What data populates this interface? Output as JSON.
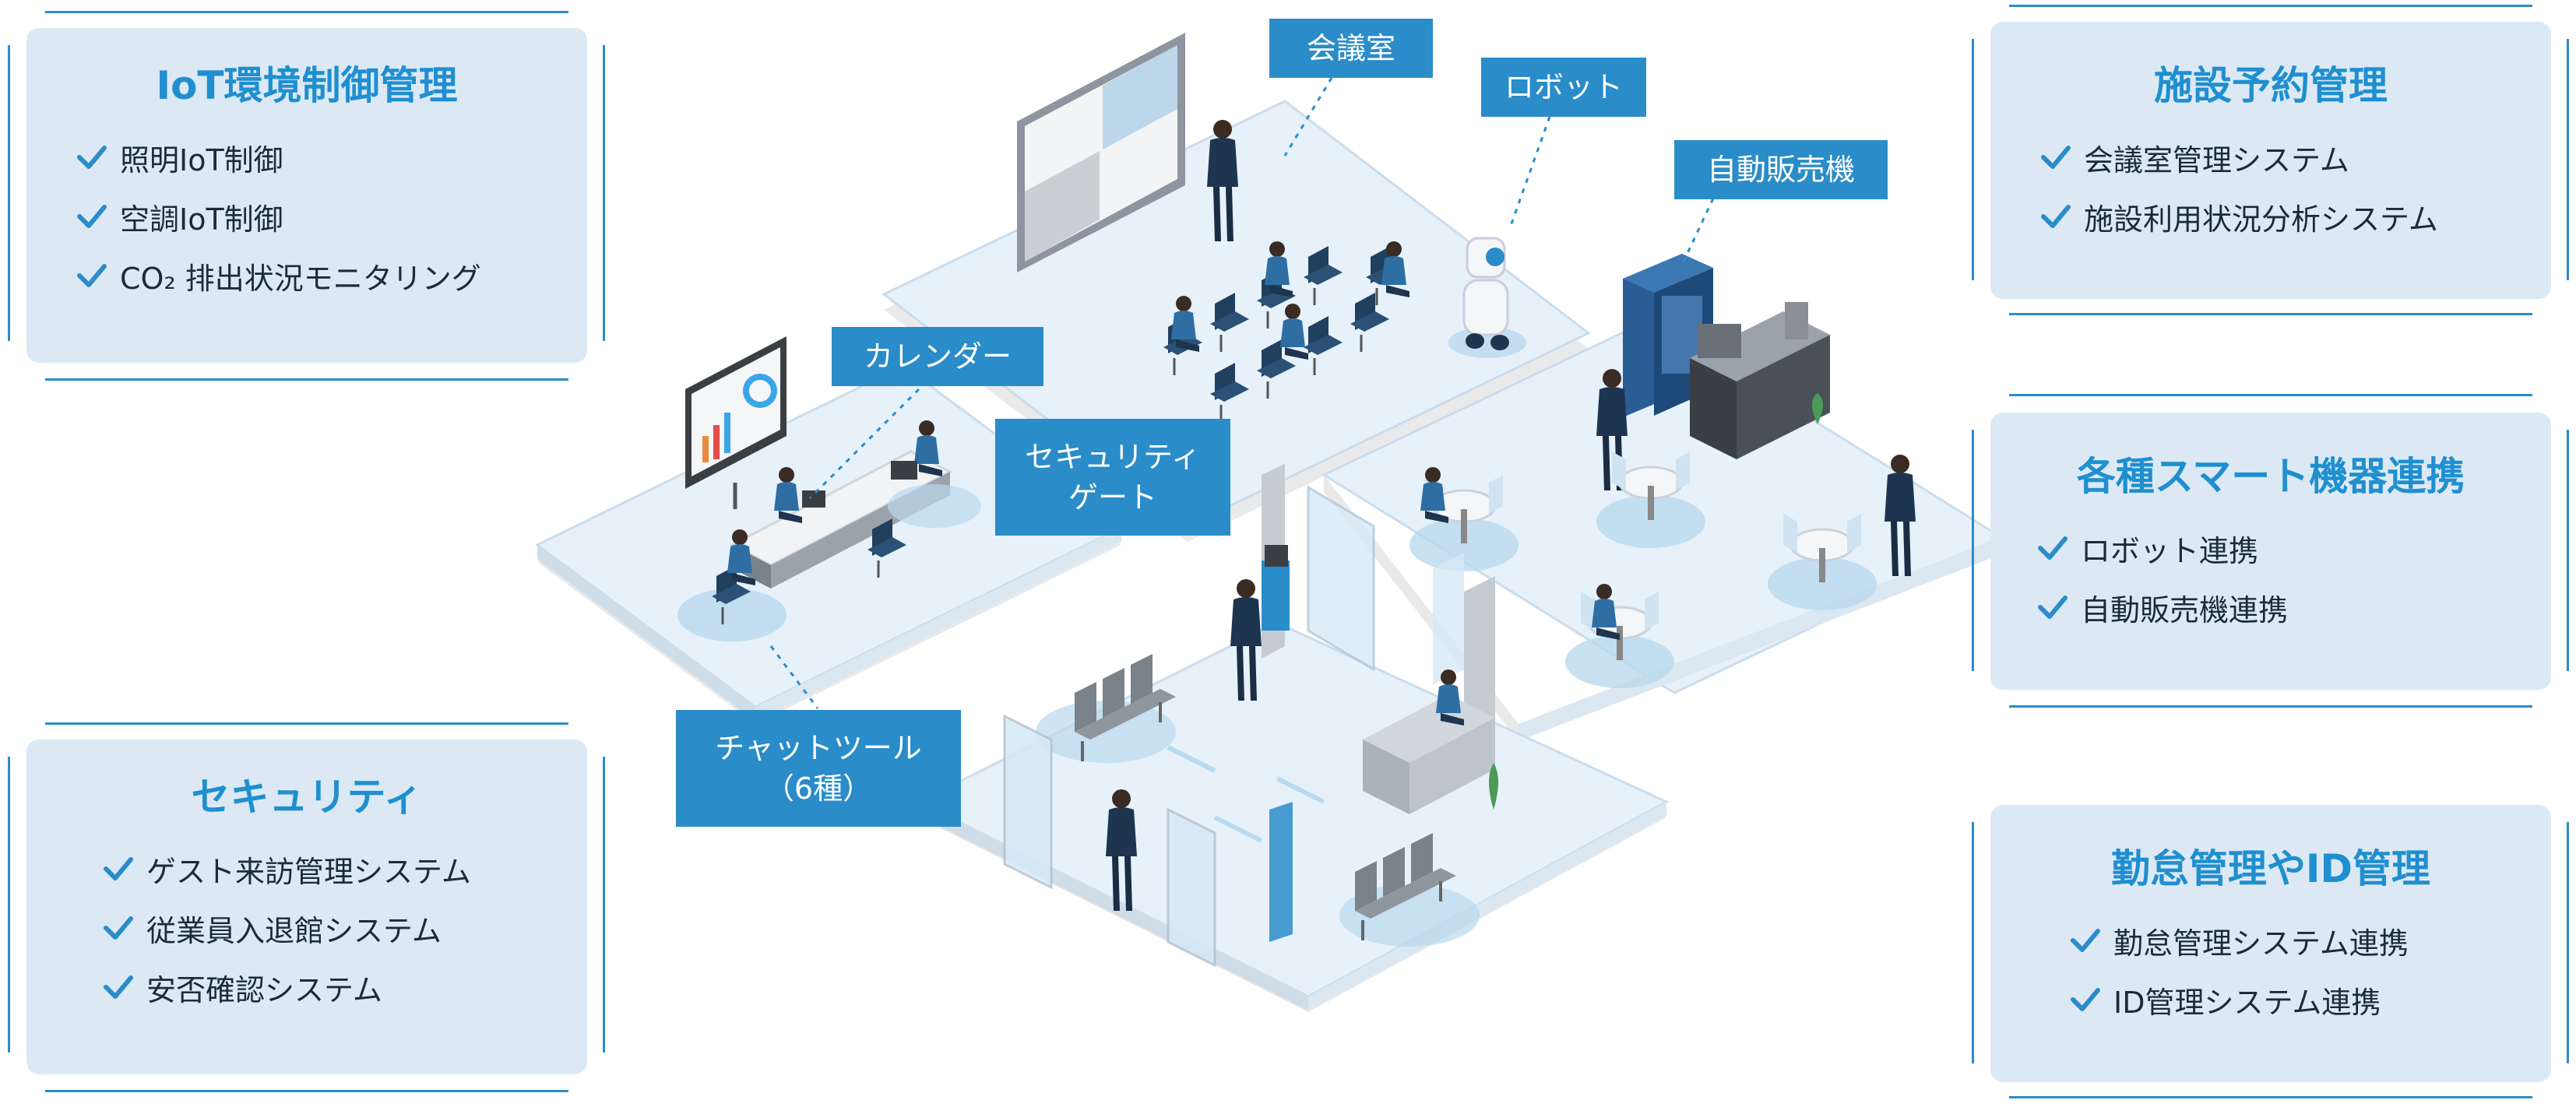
{
  "panels": {
    "iot": {
      "title": "IoT環境制御管理",
      "items": [
        "照明IoT制御",
        "空調IoT制御",
        "CO₂ 排出状況モニタリング"
      ]
    },
    "security": {
      "title": "セキュリティ",
      "items": [
        "ゲスト来訪管理システム",
        "従業員入退館システム",
        "安否確認システム"
      ]
    },
    "facility": {
      "title": "施設予約管理",
      "items": [
        "会議室管理システム",
        "施設利用状況分析システム"
      ]
    },
    "smart": {
      "title": "各種スマート機器連携",
      "items": [
        "ロボット連携",
        "自動販売機連携"
      ]
    },
    "attendance": {
      "title": "勤怠管理やID管理",
      "items": [
        "勤怠管理システム連携",
        "ID管理システム連携"
      ]
    }
  },
  "callouts": {
    "meeting_room": "会議室",
    "robot": "ロボット",
    "vending": "自動販売機",
    "calendar": "カレンダー",
    "gate_line1": "セキュリティ",
    "gate_line2": "ゲート",
    "chat_line1": "チャットツール",
    "chat_line2": "（6種）"
  },
  "colors": {
    "accent": "#2a8cc8",
    "title_blue": "#1f8fd0",
    "panel_bg": "#dce9f5",
    "floor": "#e6f1fa",
    "floor_edge": "#c8dbe9",
    "navy": "#1e3550"
  }
}
